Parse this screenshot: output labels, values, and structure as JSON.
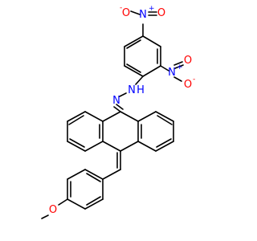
{
  "structure": {
    "atoms": {
      "nitro_top_n": "N",
      "nitro_top_plus": "+",
      "nitro_top_o_left": "O",
      "nitro_top_o_left_charge": "-",
      "nitro_top_o_right": "O",
      "nitro_right_n": "N",
      "nitro_right_plus": "+",
      "nitro_right_o_top": "O",
      "nitro_right_o_bottom": "O",
      "nitro_right_o_bottom_charge": "-",
      "hydrazone_nh_n": "N",
      "hydrazone_nh_h": "H",
      "hydrazone_n": "N",
      "methoxy_o": "O"
    },
    "colors": {
      "bond": "#000000",
      "nitrogen": "#0000ff",
      "oxygen": "#ff0000"
    }
  }
}
